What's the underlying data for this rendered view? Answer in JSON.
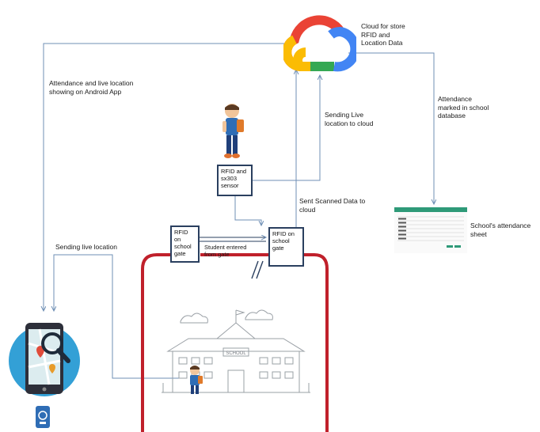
{
  "labels": {
    "cloud_caption": "Cloud for store\nRFID and\nLocation Data",
    "attendance_app": "Attendance and live location\nshowing on Android App",
    "sending_live_cloud": "Sending Live\nlocation to cloud",
    "attendance_marked": "Attendance\nmarked in school\ndatabase",
    "sent_scanned": "Sent Scanned Data to\ncloud",
    "attendance_sheet": "School's attendance\nsheet",
    "sending_live_location": "Sending live location",
    "student_entered": "Student entered\nfrom gate"
  },
  "boxes": {
    "rfid_sensor": "RFID and\nsx303\nsensor",
    "rfid_gate_left": "RFID on\nschool\ngate",
    "rfid_gate_right": "RFID on\nschool\ngate"
  },
  "school_sign": "SCHOOL",
  "colors": {
    "arrow": "#6f8fb5",
    "school_border": "#c0202b",
    "box_border": "#2a3f5f",
    "sheet_header": "#2e9a78",
    "cloud_blue": "#4285f4",
    "cloud_red": "#ea4335",
    "cloud_yellow": "#fbbc04",
    "cloud_green": "#34a853"
  },
  "icons": [
    "google-cloud-icon",
    "student-icon",
    "phone-map-icon",
    "rfid-card-icon",
    "school-building-icon",
    "attendance-sheet-icon"
  ]
}
